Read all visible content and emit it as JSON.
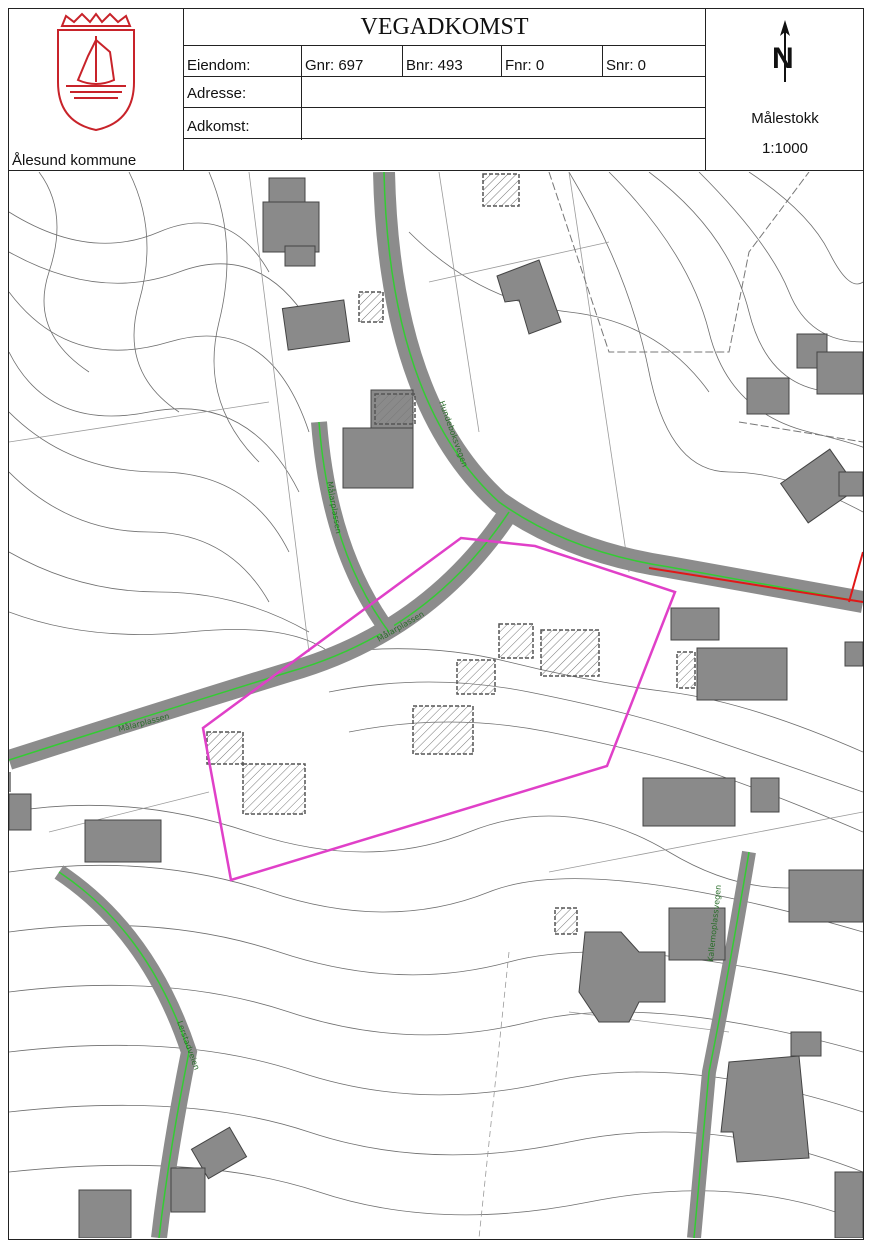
{
  "header": {
    "title": "VEGADKOMST",
    "municipality": "Ålesund kommune",
    "fields": {
      "eiendom_label": "Eiendom:",
      "gnr": "Gnr: 697",
      "bnr": "Bnr: 493",
      "fnr": "Fnr: 0",
      "snr": "Snr: 0",
      "adresse_label": "Adresse:",
      "adresse_value": "",
      "adkomst_label": "Adkomst:",
      "adkomst_value": ""
    },
    "north_label": "N",
    "scale_label": "Målestokk",
    "scale_value": "1:1000"
  },
  "map": {
    "road_labels": {
      "r1": "Hundeboksvegen",
      "r2": "Målarplassen",
      "r3": "Målarplassen",
      "r4": "Målarplassen",
      "r5": "Lerstadveien",
      "r6": "Kallemoplassvegen"
    },
    "colors": {
      "road": "#8c8c8c",
      "road_center": "#33cc33",
      "building": "#8a8a8a",
      "planned": "#555555",
      "boundary": "#e040c8",
      "red_line": "#e01818",
      "contour": "#6e6e6e"
    }
  }
}
